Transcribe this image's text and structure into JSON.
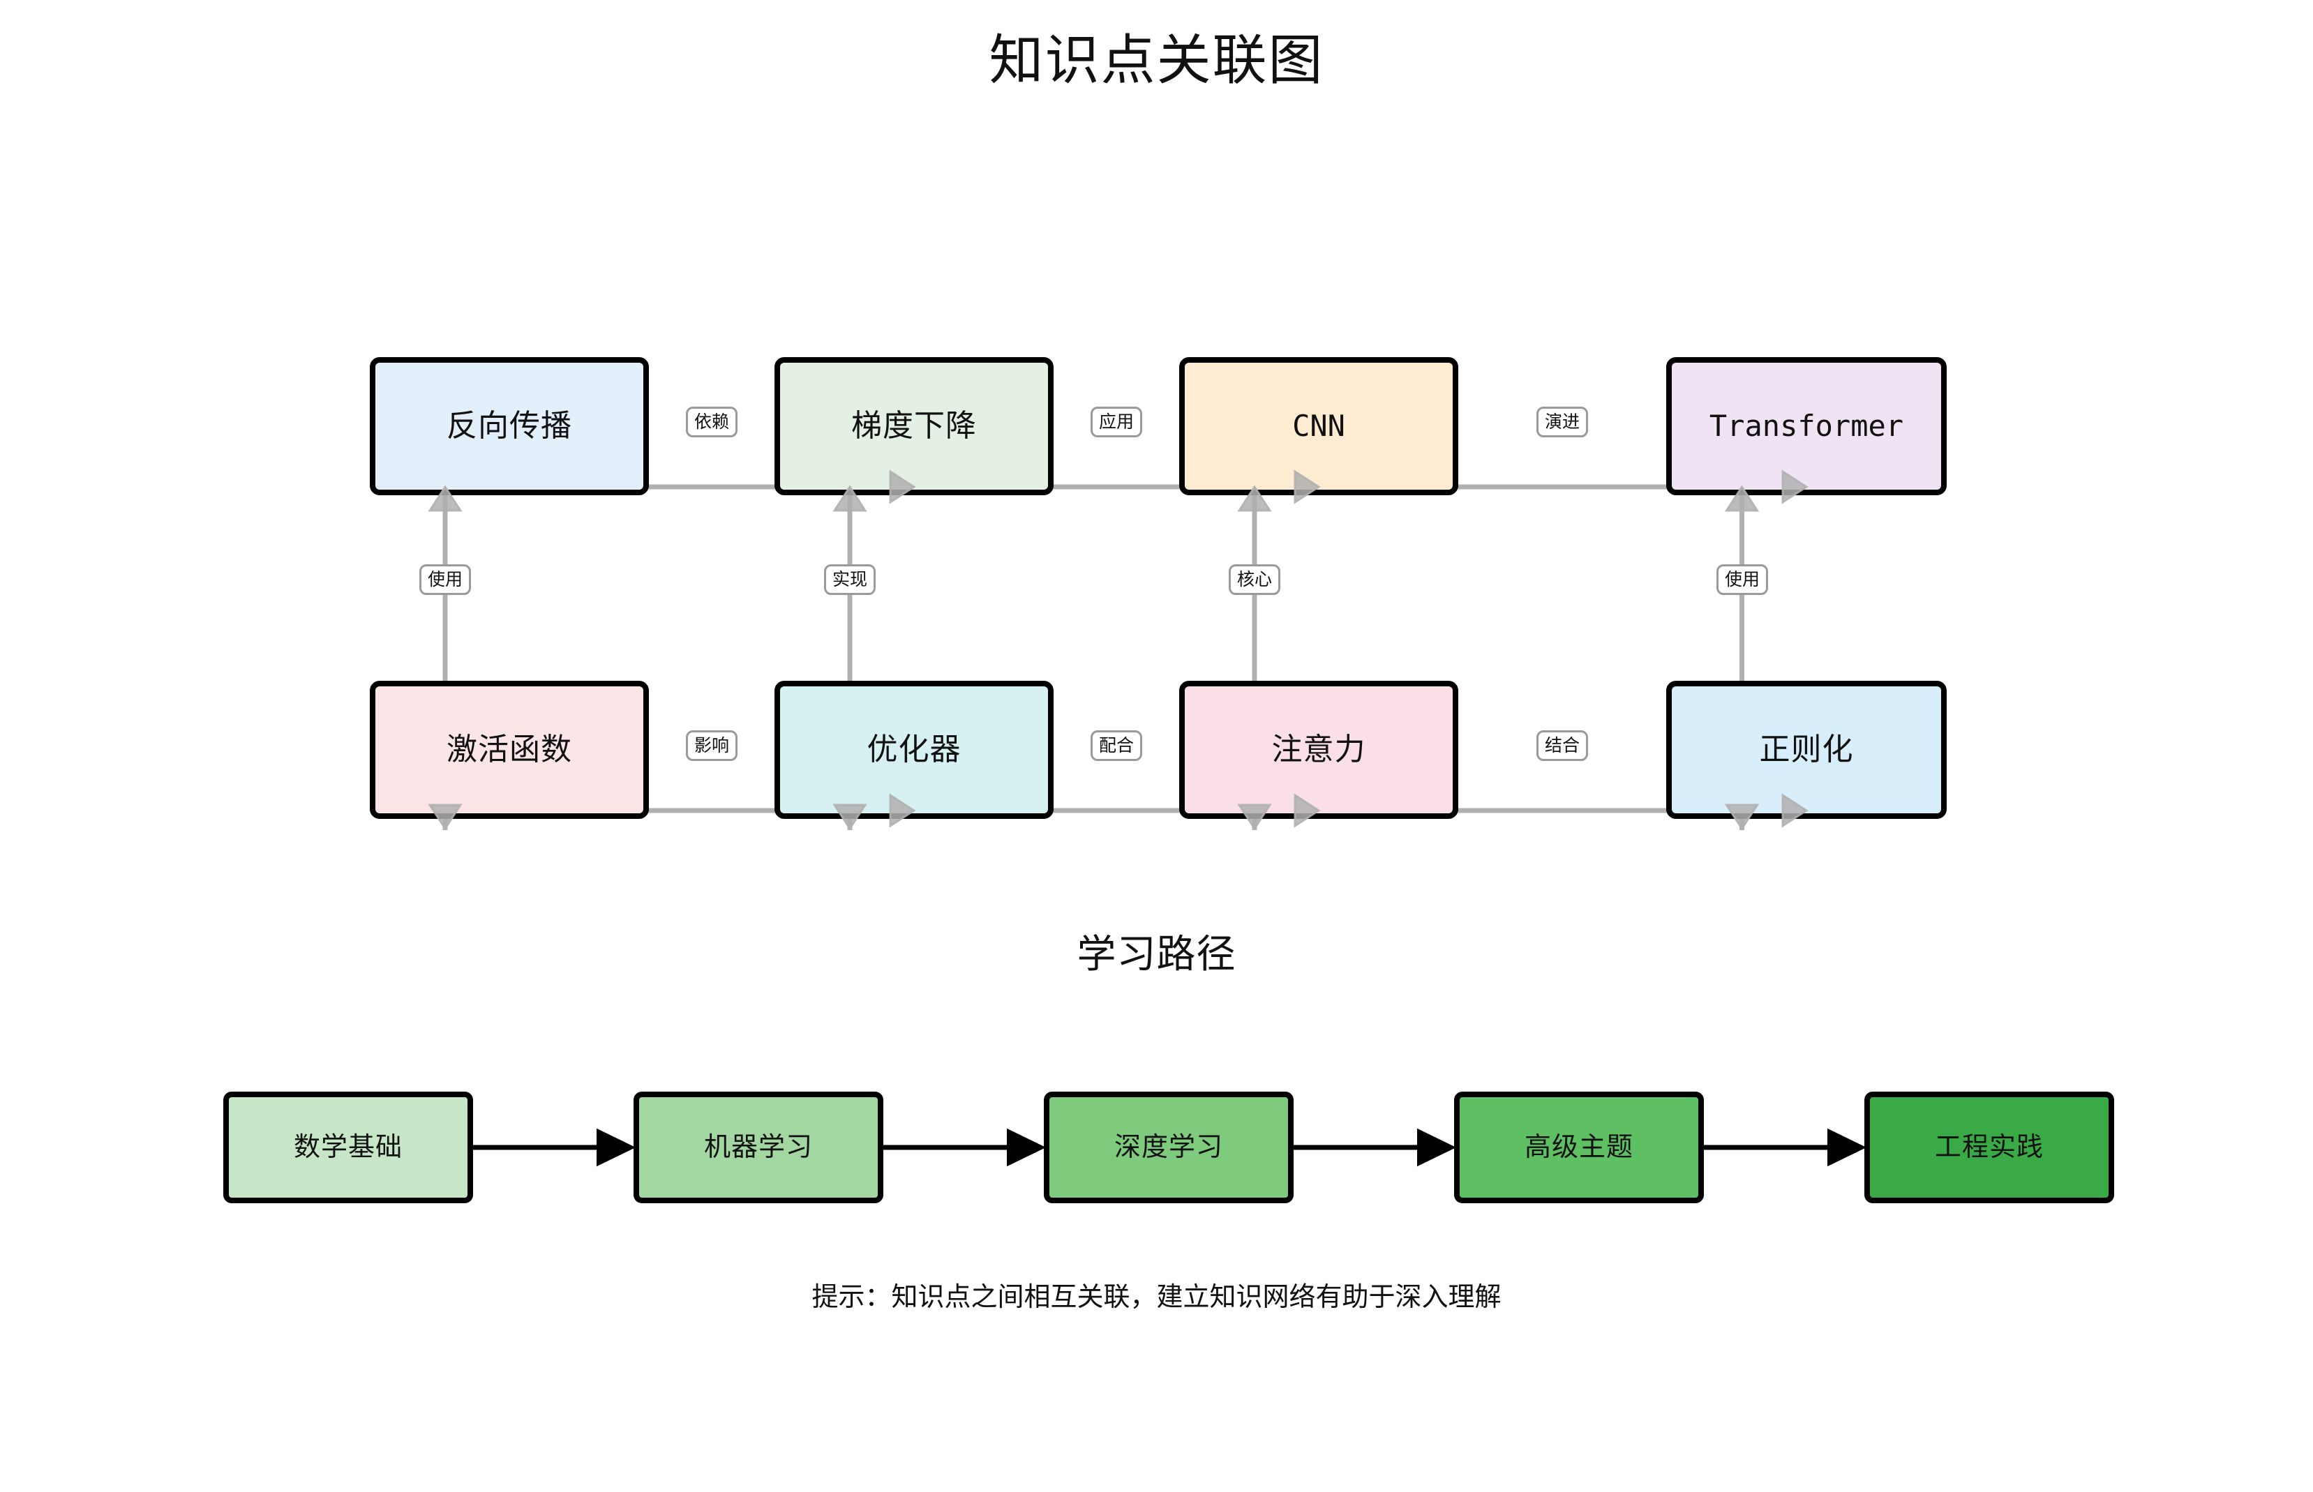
{
  "header": {
    "title": "知识点关联图"
  },
  "graph": {
    "section_label": "知识点关联图",
    "nodes": [
      {
        "id": "backprop",
        "label": "反向传播",
        "color": "#e3f0fb",
        "row": "top",
        "col": 0,
        "mono": false
      },
      {
        "id": "gradient",
        "label": "梯度下降",
        "color": "#e3f0e3",
        "row": "top",
        "col": 1,
        "mono": false
      },
      {
        "id": "cnn",
        "label": "CNN",
        "color": "#fdecd2",
        "row": "top",
        "col": 2,
        "mono": true
      },
      {
        "id": "transformer",
        "label": "Transformer",
        "color": "#f0e3f3",
        "row": "top",
        "col": 3,
        "mono": true
      },
      {
        "id": "activation",
        "label": "激活函数",
        "color": "#fce5e7",
        "row": "bottom",
        "col": 0,
        "mono": false
      },
      {
        "id": "optimizer",
        "label": "优化器",
        "color": "#d7f0f2",
        "row": "bottom",
        "col": 1,
        "mono": false
      },
      {
        "id": "attention",
        "label": "注意力",
        "color": "#fadfe6",
        "row": "bottom",
        "col": 2,
        "mono": false
      },
      {
        "id": "regularize",
        "label": "正则化",
        "color": "#d9eefb",
        "row": "bottom",
        "col": 3,
        "mono": false
      }
    ],
    "horizontal_edges": [
      {
        "from": "backprop",
        "to": "gradient",
        "label": "依赖"
      },
      {
        "from": "gradient",
        "to": "cnn",
        "label": "应用"
      },
      {
        "from": "cnn",
        "to": "transformer",
        "label": "演进"
      },
      {
        "from": "activation",
        "to": "optimizer",
        "label": "影响"
      },
      {
        "from": "optimizer",
        "to": "attention",
        "label": "配合"
      },
      {
        "from": "attention",
        "to": "regularize",
        "label": "结合"
      }
    ],
    "vertical_edges": [
      {
        "from": "backprop",
        "to": "activation",
        "label": "使用"
      },
      {
        "from": "gradient",
        "to": "optimizer",
        "label": "实现"
      },
      {
        "from": "cnn",
        "to": "attention",
        "label": "核心"
      },
      {
        "from": "transformer",
        "to": "regularize",
        "label": "使用"
      }
    ],
    "edge_color": "#b0b0b0"
  },
  "learning_path": {
    "title": "学习路径",
    "steps": [
      {
        "label": "数学基础",
        "color": "#c7e6c7"
      },
      {
        "label": "机器学习",
        "color": "#a2d7a2"
      },
      {
        "label": "深度学习",
        "color": "#7ecb7e"
      },
      {
        "label": "高级主题",
        "color": "#5ebf63"
      },
      {
        "label": "工程实践",
        "color": "#3aaa47"
      }
    ],
    "arrow_color": "#000000"
  },
  "footer": {
    "hint": "提示：知识点之间相互关联，建立知识网络有助于深入理解"
  }
}
